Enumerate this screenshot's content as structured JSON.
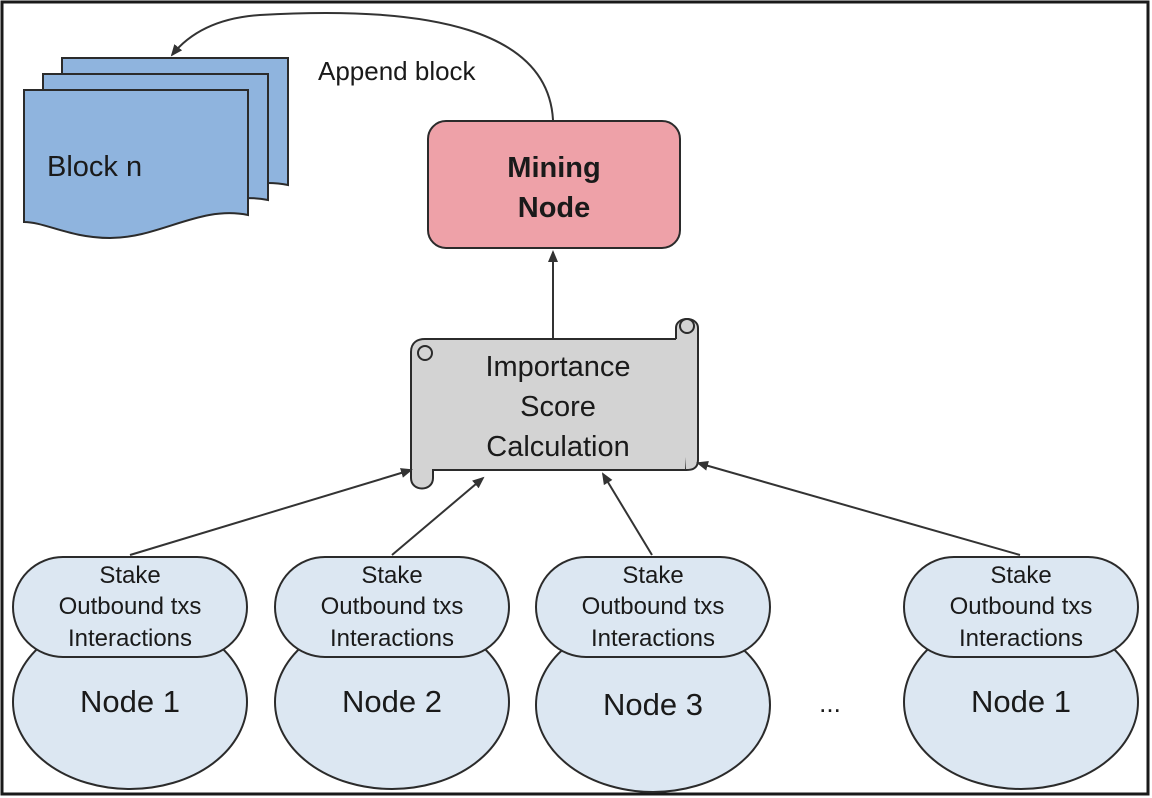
{
  "block_label": "Block n",
  "append_label": "Append block",
  "mining_node": {
    "line1": "Mining",
    "line2": "Node"
  },
  "importance": {
    "line1": "Importance",
    "line2": "Score",
    "line3": "Calculation"
  },
  "nodes": [
    {
      "stake": "Stake",
      "outbound": "Outbound txs",
      "interactions": "Interactions",
      "name": "Node 1"
    },
    {
      "stake": "Stake",
      "outbound": "Outbound txs",
      "interactions": "Interactions",
      "name": "Node 2"
    },
    {
      "stake": "Stake",
      "outbound": "Outbound txs",
      "interactions": "Interactions",
      "name": "Node 3"
    },
    {
      "stake": "Stake",
      "outbound": "Outbound txs",
      "interactions": "Interactions",
      "name": "Node 1"
    }
  ],
  "ellipsis": "...",
  "colors": {
    "block_fill": "#8fb4de",
    "mining_fill": "#eea1a8",
    "scroll_fill": "#d3d3d3",
    "node_fill": "#dce7f2"
  }
}
